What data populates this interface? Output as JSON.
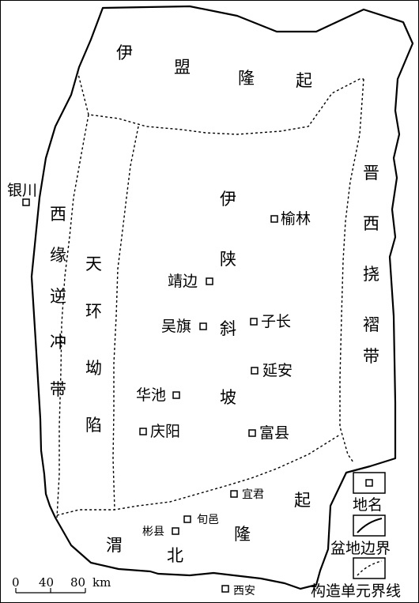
{
  "units": {
    "yimeng": "伊盟隆起",
    "tianhuan": "天环坳陷",
    "xiyuan": "西缘逆冲带",
    "jinxi": "晋西挠褶带",
    "yishan": "伊陕斜坡",
    "weibei_1": "起",
    "weibei_2": "隆",
    "weibei_3": "渭",
    "weibei_4": "北"
  },
  "cities": {
    "yinchuan": "银川",
    "yulin": "榆林",
    "jingbian": "靖边",
    "wuqi": "吴旗",
    "zichang": "子长",
    "yanan": "延安",
    "huachi": "华池",
    "qingyang": "庆阳",
    "fuxian": "富县",
    "yijun": "宜君",
    "xunyi": "旬邑",
    "binxian": "彬县",
    "xian": "西安"
  },
  "legend": {
    "city": "地名",
    "basin_boundary": "盆地边界",
    "unit_boundary": "构造单元界线"
  },
  "scale": {
    "ticks": [
      "0",
      "40",
      "80"
    ],
    "unit": "km"
  }
}
